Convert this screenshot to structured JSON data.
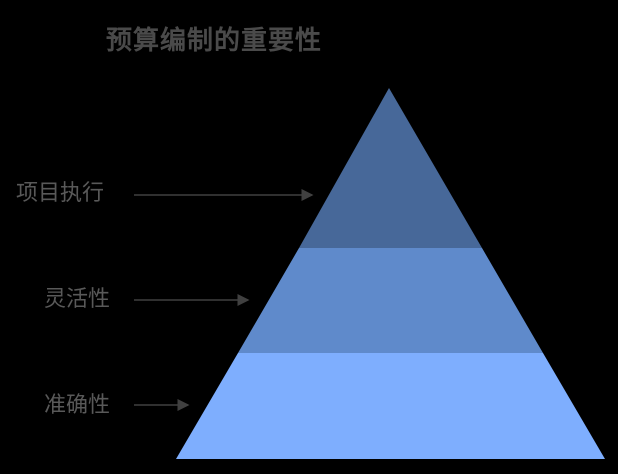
{
  "title": "预算编制的重要性",
  "levels": [
    {
      "label": "项目执行",
      "color": "#476899"
    },
    {
      "label": "灵活性",
      "color": "#5f8acb"
    },
    {
      "label": "准确性",
      "color": "#7eaefe"
    }
  ],
  "arrow_color": "#404040"
}
